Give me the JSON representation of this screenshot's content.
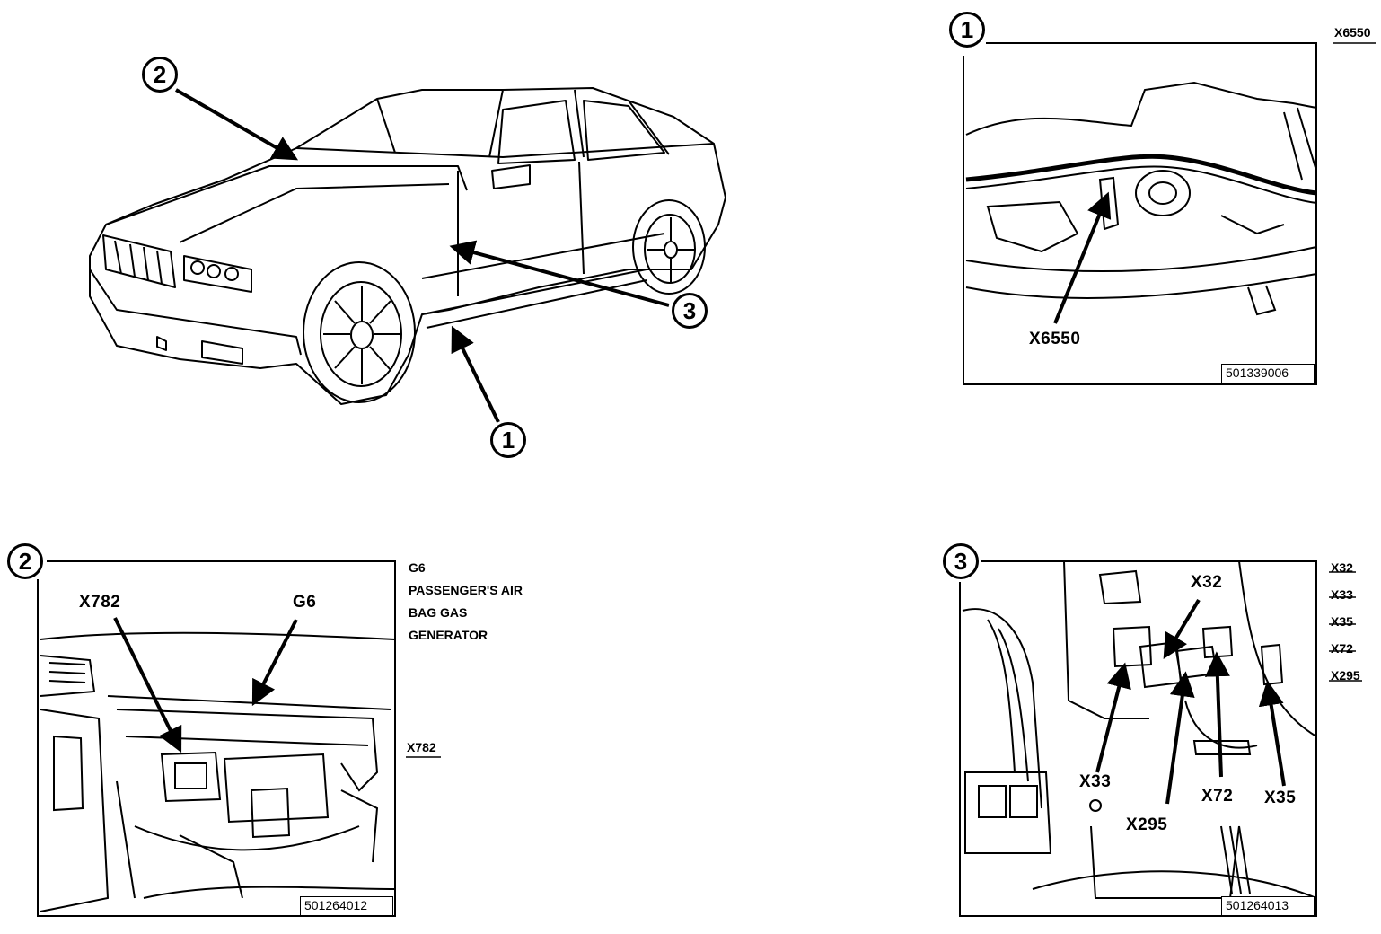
{
  "overview": {
    "callouts": {
      "c1": "1",
      "c2": "2",
      "c3": "3"
    }
  },
  "detail1": {
    "number": "1",
    "figure_id": "501339006",
    "connector_label": "X6550",
    "side_labels": [
      "X6550"
    ]
  },
  "detail2": {
    "number": "2",
    "figure_id": "501264012",
    "labels": {
      "x782": "X782",
      "g6": "G6"
    },
    "legend": {
      "code": "G6",
      "line1": "PASSENGER'S AIR",
      "line2": "BAG GAS",
      "line3": "GENERATOR"
    },
    "side_labels": [
      "X782"
    ]
  },
  "detail3": {
    "number": "3",
    "figure_id": "501264013",
    "labels": {
      "x32": "X32",
      "x33": "X33",
      "x295": "X295",
      "x72": "X72",
      "x35": "X35"
    },
    "side_labels": [
      "X32",
      "X33",
      "X35",
      "X72",
      "X295"
    ]
  }
}
